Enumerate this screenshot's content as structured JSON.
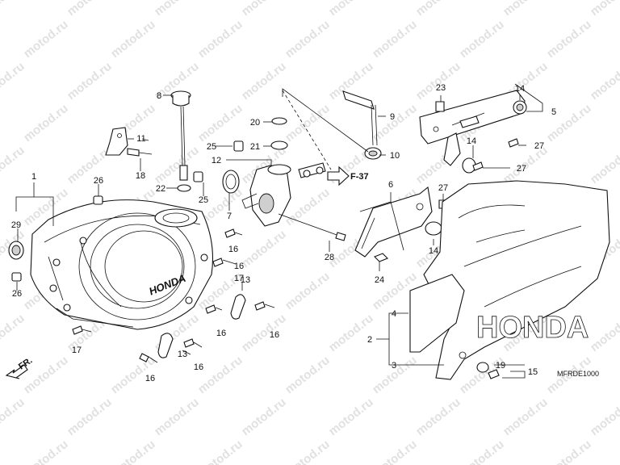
{
  "watermark": "motod.ru",
  "diagram_code": "MFRDE1000",
  "ref": "F-37",
  "front": "FR.",
  "brand": "HONDA",
  "callouts": [
    "1",
    "2",
    "3",
    "4",
    "5",
    "6",
    "7",
    "8",
    "9",
    "10",
    "11",
    "12",
    "13",
    "14",
    "15",
    "16",
    "17",
    "18",
    "19",
    "20",
    "21",
    "22",
    "23",
    "24",
    "25",
    "26",
    "27",
    "28",
    "29"
  ]
}
